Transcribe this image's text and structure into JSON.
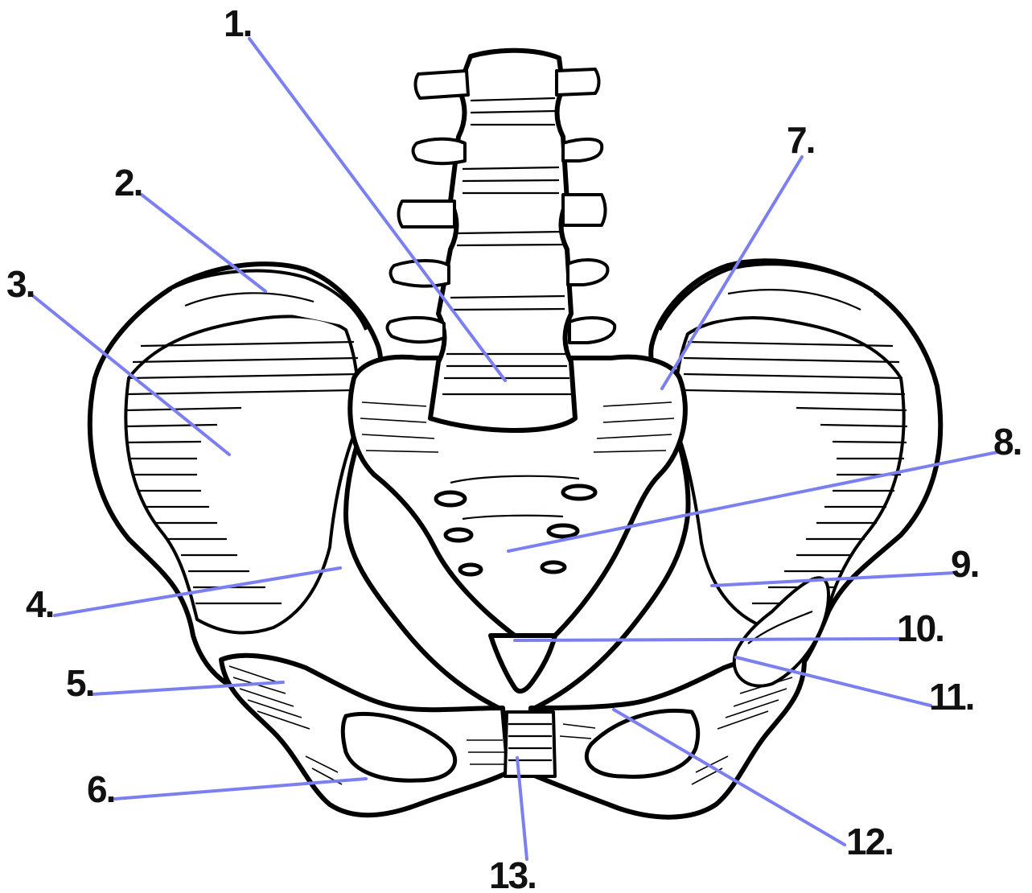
{
  "labels": [
    {
      "id": "1",
      "text": "1."
    },
    {
      "id": "2",
      "text": "2."
    },
    {
      "id": "3",
      "text": "3."
    },
    {
      "id": "4",
      "text": "4."
    },
    {
      "id": "5",
      "text": "5."
    },
    {
      "id": "6",
      "text": "6."
    },
    {
      "id": "7",
      "text": "7."
    },
    {
      "id": "8",
      "text": "8."
    },
    {
      "id": "9",
      "text": "9."
    },
    {
      "id": "10",
      "text": "10."
    },
    {
      "id": "11",
      "text": "11."
    },
    {
      "id": "12",
      "text": "12."
    },
    {
      "id": "13",
      "text": "13."
    }
  ],
  "colors": {
    "leader": "#7b7ff0",
    "outline": "#000000",
    "label": "#111111",
    "background": "#ffffff"
  }
}
